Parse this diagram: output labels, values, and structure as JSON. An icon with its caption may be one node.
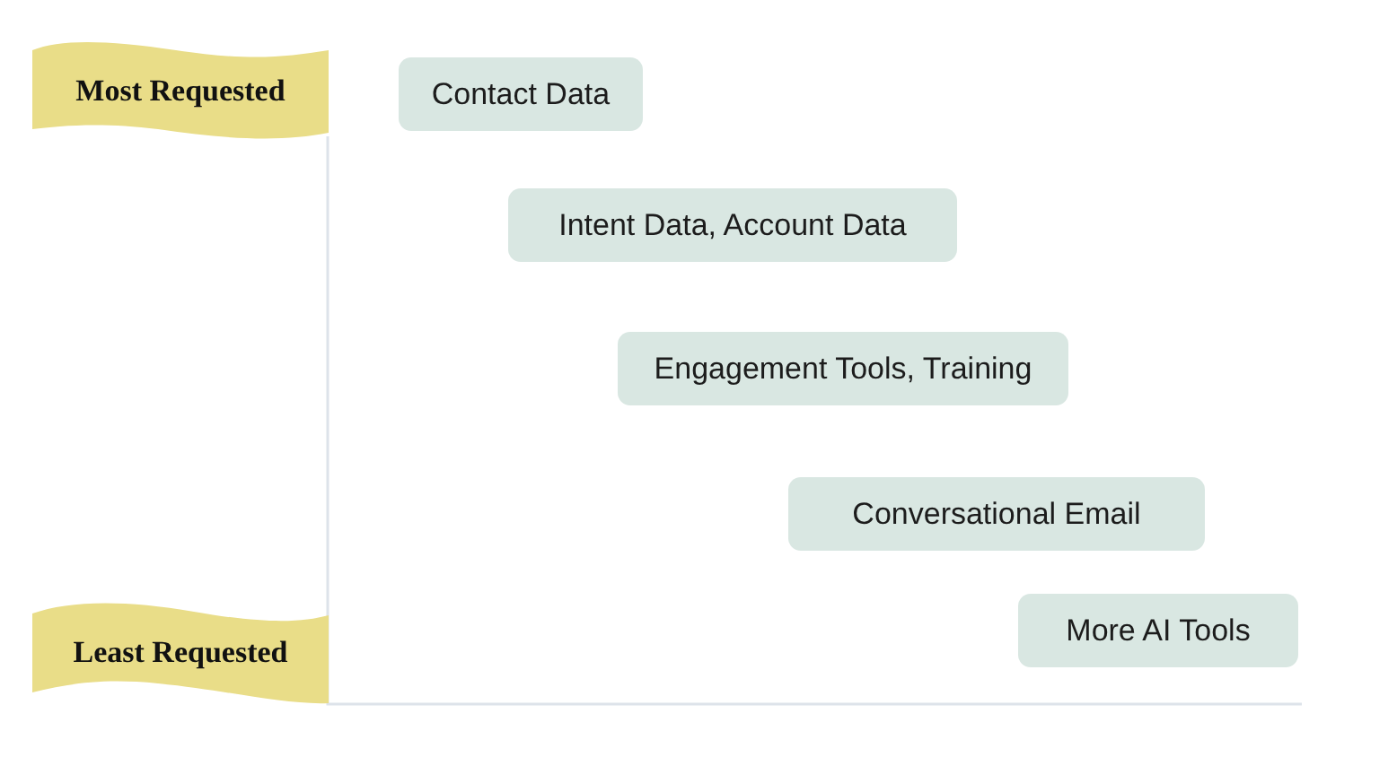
{
  "diagram": {
    "nodes": [
      {
        "text": [
          "Most Requested"
        ]
      },
      {
        "text": [
          "Contact Data"
        ]
      },
      {
        "text": [
          "Intent Data, Account Data"
        ]
      },
      {
        "text": [
          "Engagement Tools, Training"
        ]
      },
      {
        "text": [
          "Conversational Email"
        ]
      },
      {
        "text": [
          "Least Requested"
        ]
      },
      {
        "text": [
          "More AI Tools"
        ]
      }
    ],
    "edges": []
  }
}
